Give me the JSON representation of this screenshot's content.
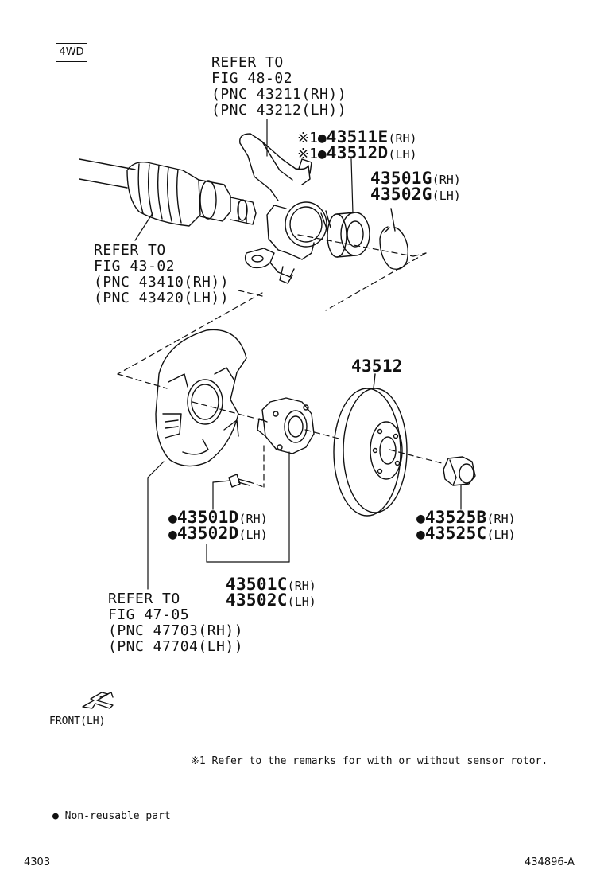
{
  "badge": "4WD",
  "refs": {
    "knuckle": [
      "REFER TO",
      "FIG 48-02",
      "(PNC 43211(RH))",
      "(PNC 43212(LH))"
    ],
    "driveshaft": [
      "REFER TO",
      "FIG 43-02",
      "(PNC 43410(RH))",
      "(PNC 43420(LH))"
    ],
    "dust_cover": [
      "REFER TO",
      "FIG 47-05",
      "(PNC 47703(RH))",
      "(PNC 47704(LH))"
    ]
  },
  "parts": {
    "bearing_rh": {
      "prefix": "※1●",
      "number": "43511E",
      "suffix": "(RH)"
    },
    "bearing_lh": {
      "prefix": "※1●",
      "number": "43512D",
      "suffix": "(LH)"
    },
    "snap_ring_rh": {
      "number": "43501G",
      "suffix": "(RH)"
    },
    "snap_ring_lh": {
      "number": "43502G",
      "suffix": "(LH)"
    },
    "disc": {
      "number": "43512"
    },
    "bolt_rh": {
      "prefix": "●",
      "number": "43501D",
      "suffix": "(RH)"
    },
    "bolt_lh": {
      "prefix": "●",
      "number": "43502D",
      "suffix": "(LH)"
    },
    "hub_rh": {
      "number": "43501C",
      "suffix": "(RH)"
    },
    "hub_lh": {
      "number": "43502C",
      "suffix": "(LH)"
    },
    "nut_rh": {
      "prefix": "●",
      "number": "43525B",
      "suffix": "(RH)"
    },
    "nut_lh": {
      "prefix": "●",
      "number": "43525C",
      "suffix": "(LH)"
    }
  },
  "front_label": "FRONT(LH)",
  "note_sensor": "※1 Refer to the remarks for with or without sensor rotor.",
  "legend_nonreusable": "● Non-reusable part",
  "page_number": "4303",
  "illustration_code": "434896-A"
}
